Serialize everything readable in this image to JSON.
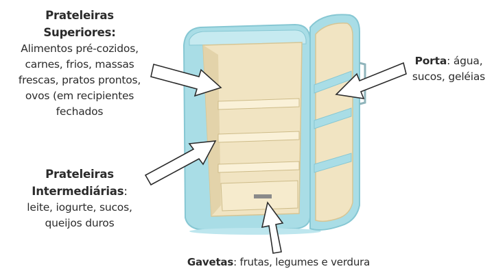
{
  "labels": {
    "top_shelves": {
      "heading_line1": "Prateleiras",
      "heading_line2": "Superiores:",
      "lines": [
        "Alimentos pré-cozidos,",
        "carnes, frios, massas",
        "frescas, pratos prontos,",
        "ovos (em recipientes",
        "fechados"
      ]
    },
    "middle_shelves": {
      "heading_line1": "Prateleiras",
      "heading_line2": "Intermediárias",
      "heading_suffix": ":",
      "lines": [
        "leite, iogurte, sucos,",
        "queijos duros"
      ]
    },
    "door": {
      "heading": "Porta",
      "text_line1": ": água,",
      "text_line2": "sucos, geléias"
    },
    "drawers": {
      "heading": "Gavetas",
      "text": ": frutas, legumes e verdura"
    }
  },
  "colors": {
    "fridge_body": "#a9dde6",
    "fridge_edge": "#86c7d3",
    "interior": "#f1e4c2",
    "interior_shadow": "#e3d3aa",
    "arrow_fill": "#ffffff",
    "arrow_stroke": "#2b2b2b"
  }
}
